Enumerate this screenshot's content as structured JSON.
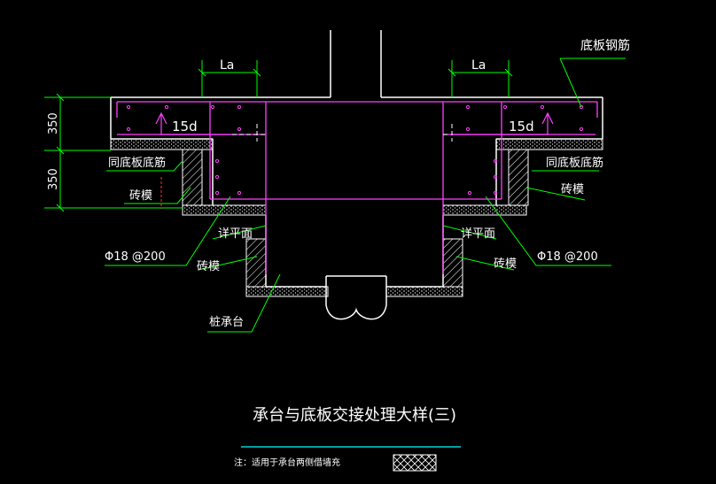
{
  "drawing": {
    "title": "承台与底板交接处理大样(三)",
    "note": "注：适用于承台两侧借墙充",
    "labels": {
      "la_left": "La",
      "la_right": "La",
      "base_rebar": "底板钢筋",
      "hook_left": "15d",
      "hook_right": "15d",
      "dim_upper": "350",
      "dim_lower": "350",
      "same_rebar_left": "同底板底筋",
      "same_rebar_right": "同底板底筋",
      "brick_form_1": "砖模",
      "brick_form_2": "砖模",
      "brick_form_3": "砖模",
      "brick_form_4": "砖模",
      "see_plan_left": "详平面",
      "see_plan_right": "详平面",
      "rebar_spec_left": "Φ18 @200",
      "rebar_spec_right": "Φ18 @200",
      "pile_cap": "桩承台"
    }
  },
  "colors": {
    "background": "#000000",
    "text": "#ffffff",
    "leader": "#00ff00",
    "rebar": "#ff40ff",
    "dimension": "#00ff00",
    "concrete": "#ffffff",
    "hatch": "#ffffff",
    "center_line": "#ff3030",
    "title_underline": "#00ffff"
  }
}
